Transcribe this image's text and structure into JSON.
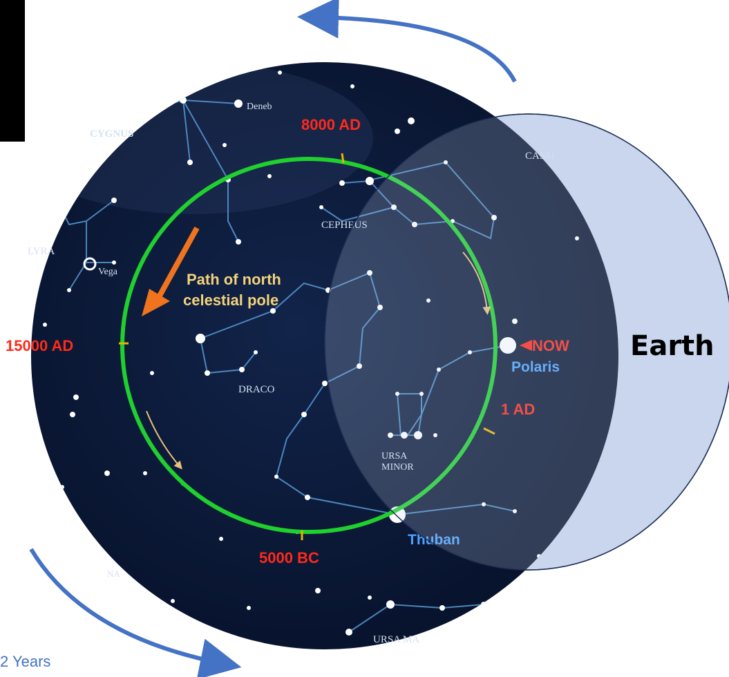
{
  "title": "",
  "diagram": {
    "constellations": [
      "CYGNUS",
      "LYRA",
      "CEPHEUS",
      "CASSI",
      "DRACO",
      "URSA MINOR",
      "URSA MA",
      "NA"
    ],
    "stars": [
      "Deneb",
      "Vega",
      "Polaris",
      "Thuban"
    ],
    "pole_label_line1": "Path of north",
    "pole_label_line2": "celestial pole",
    "epochs": {
      "ad8000": "8000 AD",
      "ad15000": "15000 AD",
      "now": "NOW",
      "ad1": "1 AD",
      "bc5000": "5000 BC"
    },
    "earth_label": "Earth",
    "period_label": "2 Years"
  },
  "colors": {
    "sky": "#0b1a3a",
    "circle_path": "#1fd02e",
    "epoch_text": "#ff2a1a",
    "star_label_blue": "#4da3ff",
    "earth_fill": "#c9d6ee",
    "arrow_blue": "#4472c4",
    "arrow_orange": "#f0741d"
  }
}
